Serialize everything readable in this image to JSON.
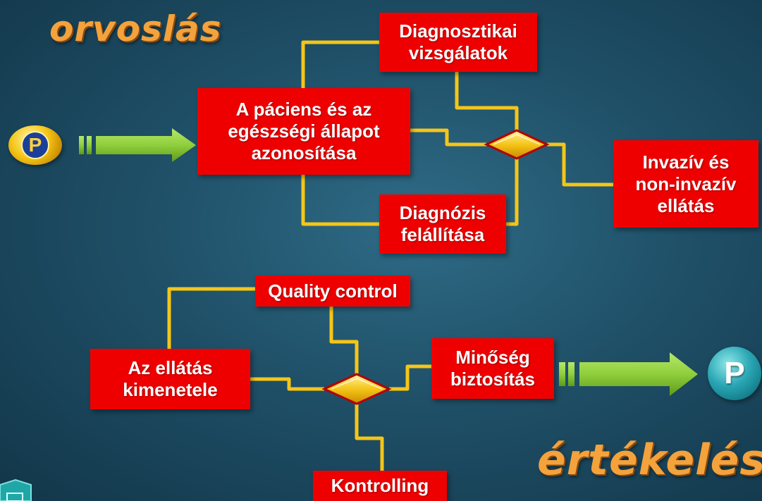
{
  "titles": {
    "top": "orvoslás",
    "bottom": "értékelés"
  },
  "badges": {
    "left": "P",
    "right": "P"
  },
  "nodes": {
    "diagnostic_tests": "Diagnosztikai\nvizsgálatok",
    "patient_identification": "A páciens és az\negészségi állapot\nazonosítása",
    "diagnosis": "Diagnózis\nfelállítása",
    "care": "Invazív és\nnon-invazív\nellátás",
    "quality_control": "Quality control",
    "care_outcome": "Az ellátás\nkimenetele",
    "quality_assurance": "Minőség\nbiztosítás",
    "controlling": "Kontrolling"
  },
  "colors": {
    "box": "#ee0000",
    "connector": "#f5c518",
    "arrow": "#8fce3c",
    "title": "#f4a23c"
  }
}
